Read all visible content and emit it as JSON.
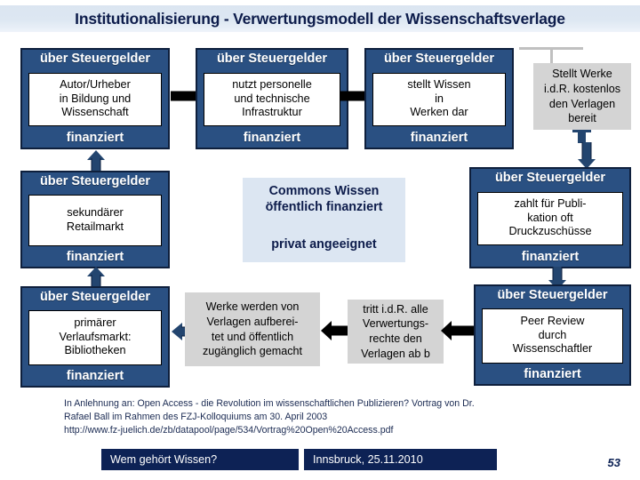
{
  "title": "Institutionalisierung -  Verwertungsmodell der Wissenschaftsverlage",
  "labels": {
    "funding_top": "über Steuergelder",
    "funding_bottom": "finanziert"
  },
  "colors": {
    "title_text": "#0d1c4b",
    "title_bg": "#dbe5f1",
    "box_blue": "#2a5082",
    "box_border": "#0e1f3c",
    "box_gray": "#d4d4d4",
    "commons_bg": "#dce6f2",
    "ribbon_bg": "#0d2255",
    "arrow_black": "#000000",
    "arrow_blue": "#23456f",
    "connector_gray": "#c0c0c0"
  },
  "boxes": {
    "author": {
      "top": "über Steuergelder",
      "body": "Autor/Urheber\nin Bildung und\nWissenschaft",
      "bottom": "finanziert"
    },
    "infrastructure": {
      "top": "über Steuergelder",
      "body": "nutzt personelle\nund technische\nInfrastruktur",
      "bottom": "finanziert"
    },
    "knowledge": {
      "top": "über Steuergelder",
      "body": "stellt Wissen\nin\nWerken dar",
      "bottom": "finanziert"
    },
    "secondary_market": {
      "top": "über Steuergelder",
      "body": "sekundärer\nRetailmarkt",
      "bottom": "finanziert"
    },
    "publication_fees": {
      "top": "über Steuergelder",
      "body": "zahlt für Publi-\nkation  oft\nDruckzuschüsse",
      "bottom": "finanziert"
    },
    "primary_market": {
      "top": "über Steuergelder",
      "body": "primärer\nVerlaufsmarkt:\nBibliotheken",
      "bottom": "finanziert"
    },
    "peer_review": {
      "top": "über Steuergelder",
      "body": "Peer Review\ndurch\nWissenschaftler",
      "bottom": "finanziert"
    }
  },
  "gray_boxes": {
    "provides_works": "Stellt Werke\ni.d.R. kostenlos\nden Verlagen\nbereit",
    "works_prepared": "Werke werden von\nVerlagen aufberei-\ntet und öffentlich\nzugänglich gemacht",
    "rights_transfer": "tritt i.d.R. alle\nVerwertungs-\nrechte den\nVerlagen ab b"
  },
  "commons": {
    "line1": "Commons Wissen\nöffentlich finanziert",
    "line2": "privat angeeignet"
  },
  "source": {
    "line1": "In Anlehnung an: Open Access - die Revolution im wissenschaftlichen Publizieren? Vortrag von Dr.",
    "line2": "Rafael Ball im Rahmen des FZJ-Kolloquiums am 30. April 2003",
    "line3": "http://www.fz-juelich.de/zb/datapool/page/534/Vortrag%20Open%20Access.pdf"
  },
  "footer": {
    "ribbon_left": "Wem gehört Wissen?",
    "ribbon_right": "Innsbruck, 25.11.2010",
    "page_number": "53"
  }
}
